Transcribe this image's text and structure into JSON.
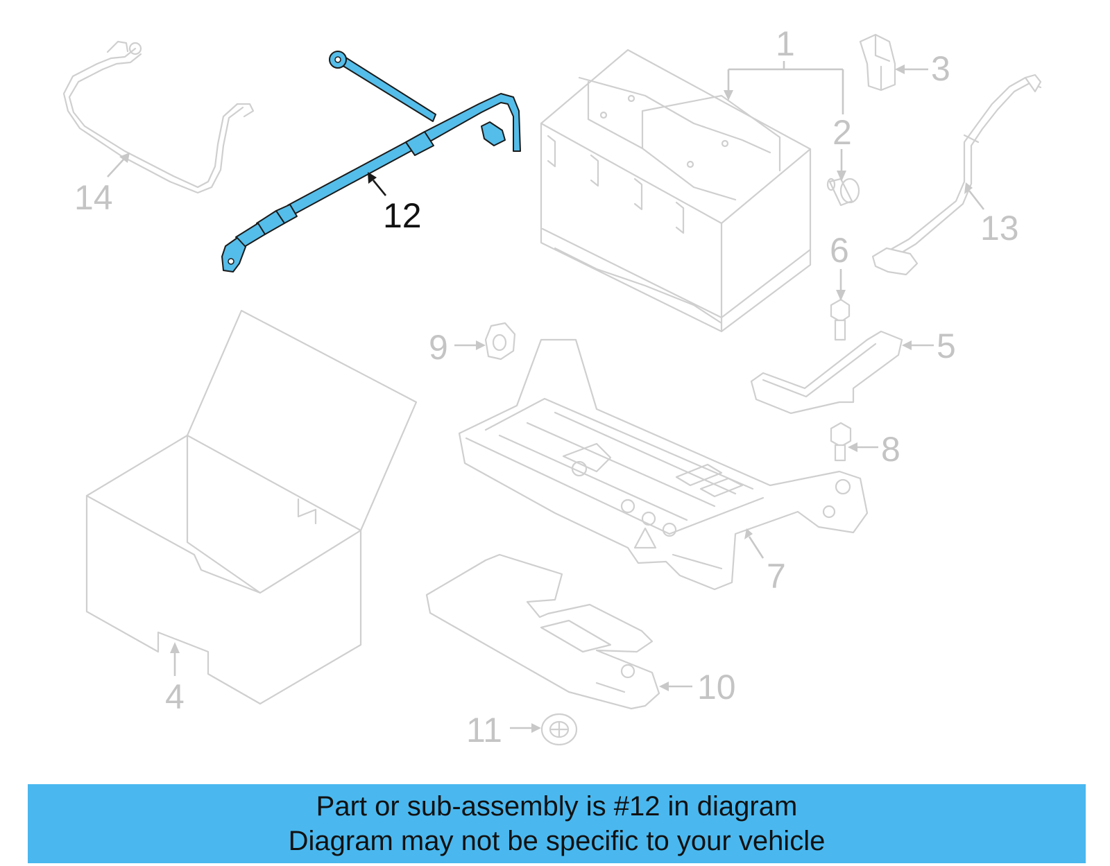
{
  "diagram": {
    "highlighted_part": "12",
    "callouts": [
      "1",
      "2",
      "3",
      "4",
      "5",
      "6",
      "7",
      "8",
      "9",
      "10",
      "11",
      "12",
      "13",
      "14"
    ]
  },
  "banner": {
    "line1": "Part or sub-assembly is #12 in diagram",
    "line2": "Diagram may not be specific to your vehicle",
    "background": "#4ab8ef"
  },
  "colors": {
    "highlight_fill": "#55bde9",
    "part_outline": "#cfcfcf",
    "callout_text": "#c4c4c4",
    "highlight_text": "#111111"
  }
}
